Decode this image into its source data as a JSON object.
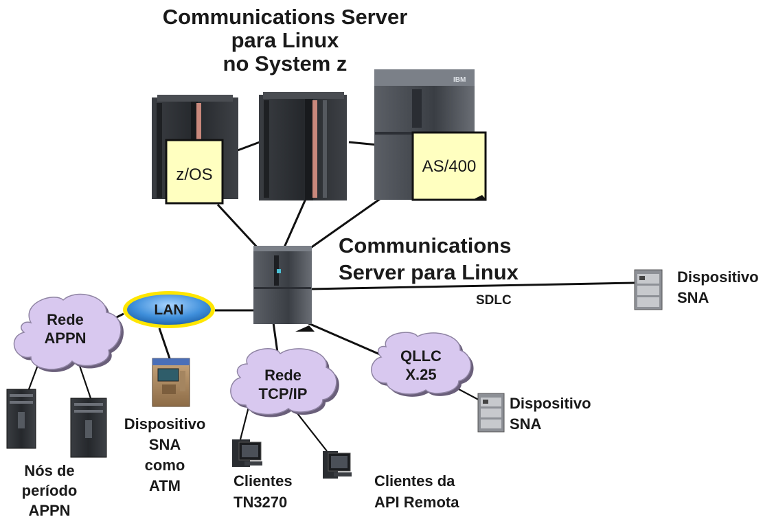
{
  "title": {
    "line1": "Communications Server",
    "line2": "para Linux",
    "line3": "no System z"
  },
  "hub_label": {
    "line1": "Communications",
    "line2": "Server para Linux"
  },
  "hosts": {
    "zos": "z/OS",
    "as400": "AS/400"
  },
  "links": {
    "sdlc": "SDLC"
  },
  "lan": "LAN",
  "clouds": {
    "appn": {
      "line1": "Rede",
      "line2": "APPN"
    },
    "tcpip": {
      "line1": "Rede",
      "line2": "TCP/IP"
    },
    "qllc": {
      "line1": "QLLC",
      "line2": "X.25"
    }
  },
  "devices": {
    "sna_sdlc": {
      "line1": "Dispositivo",
      "line2": "SNA"
    },
    "sna_qllc": {
      "line1": "Dispositivo",
      "line2": "SNA"
    },
    "atm": {
      "line1": "Dispositivo",
      "line2": "SNA",
      "line3": "como",
      "line4": "ATM"
    },
    "appn_nodes": {
      "line1": "Nós de",
      "line2": "período",
      "line3": "APPN"
    },
    "tn3270": {
      "line1": "Clientes",
      "line2": "TN3270"
    },
    "remote_api": {
      "line1": "Clientes da",
      "line2": "API Remota"
    }
  },
  "logo_text": "IBM",
  "colors": {
    "host_box": "#ffffc0",
    "cloud": "#d8c8ef",
    "lan_ellipse": "#3e8fd8",
    "lan_ring": "#ffe600",
    "server_dark": "#2b2e33"
  }
}
